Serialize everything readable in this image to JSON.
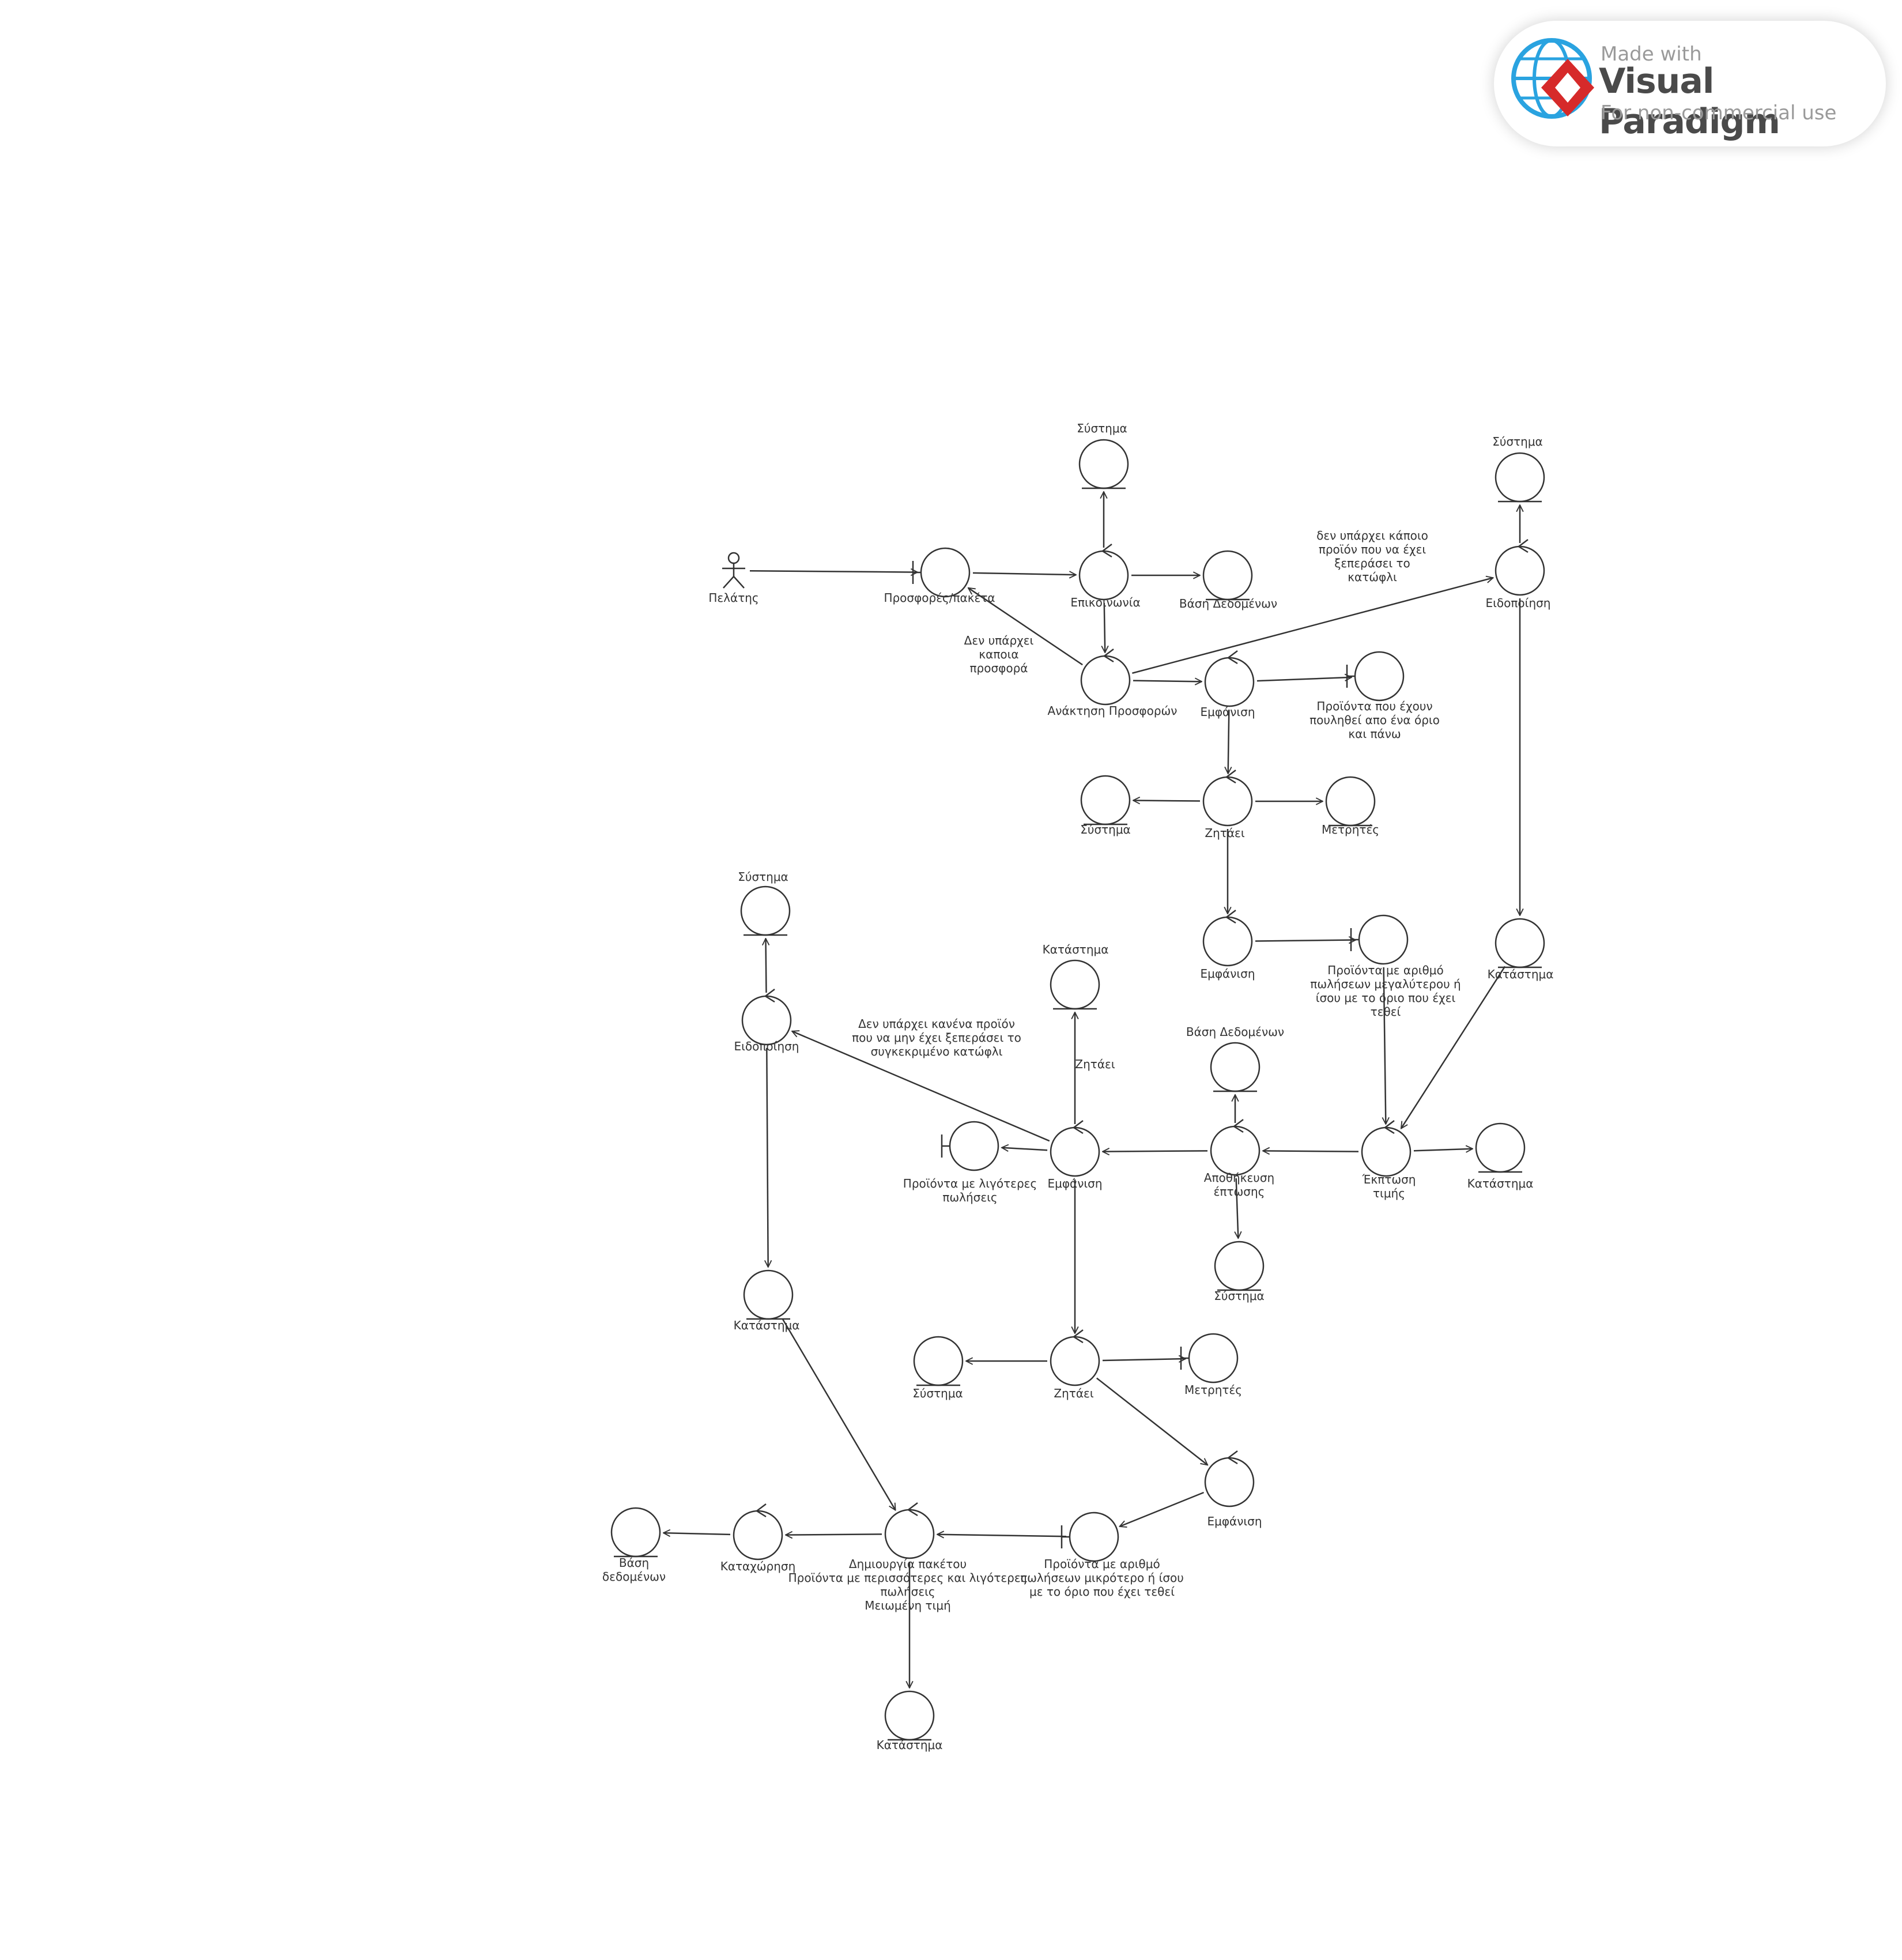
{
  "watermark": {
    "line1": "Made with",
    "line2": "Visual Paradigm",
    "line3": "For non-commercial use",
    "logo_icon": "globe-diamond-icon",
    "globe_color": "#2aa3e0",
    "diamond_color": "#d62a2a"
  },
  "nodes": [
    {
      "id": "pelatis",
      "type": "actor",
      "label": [
        "Πελάτης"
      ]
    },
    {
      "id": "prosfores",
      "type": "boundary",
      "label": [
        "Προσφορές/πακέτα"
      ]
    },
    {
      "id": "epikoinonia",
      "type": "control",
      "label": [
        "Επικοινωνία"
      ]
    },
    {
      "id": "systima1",
      "type": "entity",
      "label": [
        "Σύστημα"
      ]
    },
    {
      "id": "vasi1",
      "type": "entity",
      "label": [
        "Βάση Δεδομένων"
      ]
    },
    {
      "id": "anaktisi",
      "type": "control",
      "label": [
        "Ανάκτηση Προσφορών"
      ]
    },
    {
      "id": "emfanisi1",
      "type": "control",
      "label": [
        "Εμφάνιση"
      ]
    },
    {
      "id": "proionta_orio",
      "type": "boundary",
      "label": [
        "Προϊόντα που έχουν",
        "πουληθεί απο ένα όριο",
        "και πάνω"
      ]
    },
    {
      "id": "zitaei1",
      "type": "control",
      "label": [
        "Ζητάει"
      ]
    },
    {
      "id": "systima2",
      "type": "entity",
      "label": [
        "Σύστημα"
      ]
    },
    {
      "id": "metrites1",
      "type": "entity",
      "label": [
        "Μετρητές"
      ]
    },
    {
      "id": "emfanisi2",
      "type": "control",
      "label": [
        "Εμφάνιση"
      ]
    },
    {
      "id": "proionta_megal",
      "type": "boundary",
      "label": [
        "Προϊόντα με αριθμό",
        "πωλήσεων μεγαλύτερου ή",
        "ίσου με το όριο που έχει",
        "τεθεί"
      ]
    },
    {
      "id": "systima3",
      "type": "entity",
      "label": [
        "Σύστημα"
      ]
    },
    {
      "id": "eidopoiisi1",
      "type": "control",
      "label": [
        "Ειδοποίηση"
      ]
    },
    {
      "id": "katastima1",
      "type": "entity",
      "label": [
        "Κατάστημα"
      ]
    },
    {
      "id": "ekptosi",
      "type": "control",
      "label": [
        "Έκπτωση",
        "τιμής"
      ]
    },
    {
      "id": "katastima2",
      "type": "entity",
      "label": [
        "Κατάστημα"
      ]
    },
    {
      "id": "apothikeusi",
      "type": "control",
      "label": [
        "Αποθήκευση",
        "έπτωσης"
      ]
    },
    {
      "id": "vasi2",
      "type": "entity",
      "label": [
        "Βάση Δεδομένων"
      ]
    },
    {
      "id": "systima4",
      "type": "entity",
      "label": [
        "Σύστημα"
      ]
    },
    {
      "id": "emfanisi3",
      "type": "control",
      "label": [
        "Εμφάνιση"
      ]
    },
    {
      "id": "katastima3",
      "type": "entity",
      "label": [
        "Κατάστημα"
      ]
    },
    {
      "id": "proionta_ligoteres",
      "type": "boundary",
      "label": [
        "Προϊόντα με λιγότερες",
        "πωλήσεις"
      ]
    },
    {
      "id": "systima5",
      "type": "entity",
      "label": [
        "Σύστημα"
      ]
    },
    {
      "id": "eidopoiisi2",
      "type": "control",
      "label": [
        "Ειδοποίηση"
      ]
    },
    {
      "id": "katastima4",
      "type": "entity",
      "label": [
        "Κατάστημα"
      ]
    },
    {
      "id": "zitaei2",
      "type": "control",
      "label": [
        "Ζητάει"
      ]
    },
    {
      "id": "systima6",
      "type": "entity",
      "label": [
        "Σύστημα"
      ]
    },
    {
      "id": "metrites2",
      "type": "boundary",
      "label": [
        "Μετρητές"
      ]
    },
    {
      "id": "emfanisi4",
      "type": "control",
      "label": [
        "Εμφάνιση"
      ]
    },
    {
      "id": "proionta_mikr",
      "type": "boundary",
      "label": [
        "Προϊόντα με αριθμό",
        "πωλήσεων μικρότερο ή ίσου",
        "με το όριο που έχει τεθεί"
      ]
    },
    {
      "id": "dimiourgia",
      "type": "control",
      "label": [
        "Δημιουργία πακέτου",
        "Προϊόντα με περισσότερες και λιγότερες",
        "πωλήσεις",
        "Μειωμένη τιμή"
      ]
    },
    {
      "id": "katachorisi",
      "type": "control",
      "label": [
        "Καταχώρηση"
      ]
    },
    {
      "id": "vasi3",
      "type": "entity",
      "label": [
        "Βάση",
        "δεδομένων"
      ]
    },
    {
      "id": "katastima5",
      "type": "entity",
      "label": [
        "Κατάστημα"
      ]
    }
  ],
  "edges": [
    {
      "from": "pelatis",
      "to": "prosfores",
      "label": []
    },
    {
      "from": "prosfores",
      "to": "epikoinonia",
      "label": []
    },
    {
      "from": "epikoinonia",
      "to": "systima1",
      "label": []
    },
    {
      "from": "epikoinonia",
      "to": "vasi1",
      "label": []
    },
    {
      "from": "epikoinonia",
      "to": "anaktisi",
      "label": []
    },
    {
      "from": "anaktisi",
      "to": "prosfores",
      "label": [
        "Δεν υπάρχει",
        "καποια",
        "προσφορά"
      ]
    },
    {
      "from": "anaktisi",
      "to": "eidopoiisi1",
      "label": [
        "δεν υπάρχει κάποιο",
        "προϊόν που να έχει",
        "ξεπεράσει το",
        "κατώφλι"
      ]
    },
    {
      "from": "anaktisi",
      "to": "emfanisi1",
      "label": []
    },
    {
      "from": "emfanisi1",
      "to": "proionta_orio",
      "label": []
    },
    {
      "from": "emfanisi1",
      "to": "zitaei1",
      "label": []
    },
    {
      "from": "zitaei1",
      "to": "systima2",
      "label": []
    },
    {
      "from": "zitaei1",
      "to": "metrites1",
      "label": []
    },
    {
      "from": "zitaei1",
      "to": "emfanisi2",
      "label": []
    },
    {
      "from": "emfanisi2",
      "to": "proionta_megal",
      "label": []
    },
    {
      "from": "eidopoiisi1",
      "to": "systima3",
      "label": []
    },
    {
      "from": "eidopoiisi1",
      "to": "katastima1",
      "label": []
    },
    {
      "from": "katastima1",
      "to": "ekptosi",
      "label": []
    },
    {
      "from": "proionta_megal",
      "to": "ekptosi",
      "label": []
    },
    {
      "from": "ekptosi",
      "to": "katastima2",
      "label": []
    },
    {
      "from": "ekptosi",
      "to": "apothikeusi",
      "label": []
    },
    {
      "from": "apothikeusi",
      "to": "vasi2",
      "label": []
    },
    {
      "from": "apothikeusi",
      "to": "systima4",
      "label": []
    },
    {
      "from": "apothikeusi",
      "to": "emfanisi3",
      "label": []
    },
    {
      "from": "emfanisi3",
      "to": "katastima3",
      "label": [
        "Ζητάει"
      ]
    },
    {
      "from": "emfanisi3",
      "to": "proionta_ligoteres",
      "label": []
    },
    {
      "from": "emfanisi3",
      "to": "eidopoiisi2",
      "label": [
        "Δεν υπάρχει κανένα προϊόν",
        "που να μην έχει ξεπεράσει το",
        "συγκεκριμένο κατώφλι"
      ]
    },
    {
      "from": "eidopoiisi2",
      "to": "systima5",
      "label": []
    },
    {
      "from": "eidopoiisi2",
      "to": "katastima4",
      "label": []
    },
    {
      "from": "katastima4",
      "to": "dimiourgia",
      "label": []
    },
    {
      "from": "emfanisi3",
      "to": "zitaei2",
      "label": []
    },
    {
      "from": "zitaei2",
      "to": "systima6",
      "label": []
    },
    {
      "from": "zitaei2",
      "to": "metrites2",
      "label": []
    },
    {
      "from": "zitaei2",
      "to": "emfanisi4",
      "label": []
    },
    {
      "from": "emfanisi4",
      "to": "proionta_mikr",
      "label": []
    },
    {
      "from": "proionta_mikr",
      "to": "dimiourgia",
      "label": []
    },
    {
      "from": "dimiourgia",
      "to": "katachorisi",
      "label": []
    },
    {
      "from": "katachorisi",
      "to": "vasi3",
      "label": []
    },
    {
      "from": "dimiourgia",
      "to": "katastima5",
      "label": []
    }
  ]
}
